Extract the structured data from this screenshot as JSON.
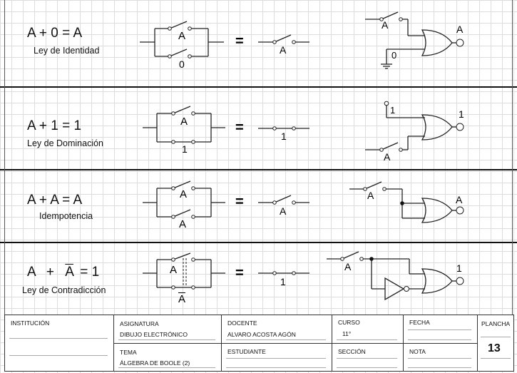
{
  "laws": [
    {
      "formula": "A + 0 = A",
      "name": "Ley de Identidad",
      "parallel_top": "A",
      "parallel_bottom": "0",
      "series": "A",
      "gate_in1": "A",
      "gate_in2": "0",
      "gate_out": "A"
    },
    {
      "formula": "A + 1 = 1",
      "name": "Ley de Dominación",
      "parallel_top": "A",
      "parallel_bottom": "1",
      "series": "1",
      "gate_in1": "1",
      "gate_in2": "A",
      "gate_out": "1"
    },
    {
      "formula": "A + A = A",
      "name": "Idempotencia",
      "parallel_top": "A",
      "parallel_bottom": "A",
      "series": "A",
      "gate_in1": "A",
      "gate_out": "A"
    },
    {
      "formula_a": "A",
      "formula_plus": "+",
      "formula_abar": "A",
      "formula_eq": "= 1",
      "name": "Ley de Contradicción",
      "parallel_top": "A",
      "parallel_bottom": "A",
      "series": "1",
      "gate_in1": "A",
      "gate_out": "1"
    }
  ],
  "equals": "=",
  "title_block": {
    "institucion_label": "INSTITUCIÓN",
    "asignatura_label": "ASIGNATURA",
    "asignatura_value": "DIBUJO ELECTRÓNICO",
    "docente_label": "DOCENTE",
    "docente_value": "ALVARO ACOSTA AGÓN",
    "curso_label": "CURSO",
    "curso_value": "11°",
    "fecha_label": "FECHA",
    "plancha_label": "PLANCHA",
    "plancha_value": "13",
    "tema_label": "TEMA",
    "tema_value": "ÁLGEBRA DE BOOLE (2)",
    "estudiante_label": "ESTUDIANTE",
    "seccion_label": "SECCIÓN",
    "nota_label": "NOTA"
  }
}
